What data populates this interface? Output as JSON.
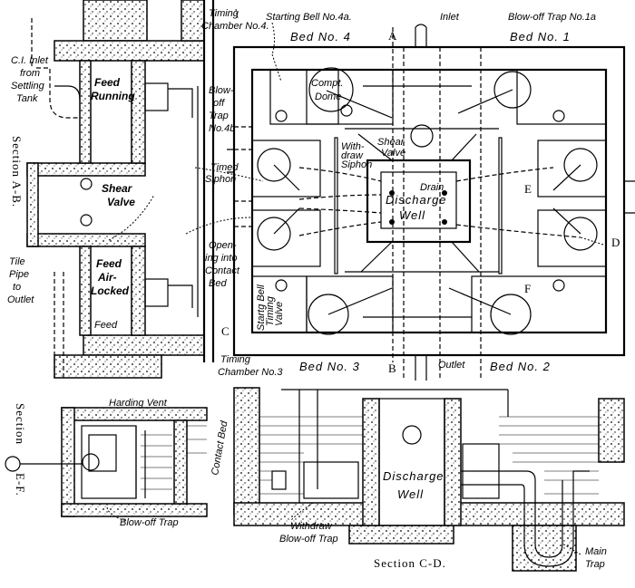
{
  "labels": {
    "ci_inlet": [
      "C.I. Inlet",
      "from",
      "Settling",
      "Tank"
    ],
    "feed_running": [
      "Feed",
      "Running"
    ],
    "section_ab": "Section A-B.",
    "shear_valve_left": [
      "Shear",
      "Valve"
    ],
    "tile_pipe": [
      "Tile",
      "Pipe",
      "to",
      "Outlet"
    ],
    "feed_air_locked": [
      "Feed",
      "Air-",
      "Locked"
    ],
    "feed": "Feed",
    "timing_chamber_4": [
      "Timing",
      "Chamber No.4."
    ],
    "starting_bell_4a": "Starting Bell No.4a.",
    "bed_4": "Bed No. 4",
    "marker_a": "A",
    "inlet": "Inlet",
    "blowoff_trap_1a": "Blow-off Trap No.1a",
    "bed_1": "Bed No. 1",
    "blowoff_trap_4b": [
      "Blow-",
      "off",
      "Trap",
      "No.4b"
    ],
    "compt_dome": [
      "Compt.",
      "Dome"
    ],
    "withdraw_siphon": [
      "With-",
      "draw",
      "Siphon"
    ],
    "shear_valve_center": [
      "Shear",
      "Valve"
    ],
    "drain": "Drain",
    "discharge_well_plan": [
      "Discharge",
      "Well"
    ],
    "timed_siphon": [
      "Timed",
      "Siphon"
    ],
    "marker_e": "E",
    "marker_d": "D",
    "opening_contact_bed": [
      "Open-",
      "ing into",
      "Contact",
      "Bed"
    ],
    "starting_bell_timing_valve": [
      "Startg Bell",
      "Timing",
      "Valve"
    ],
    "marker_f": "F",
    "marker_c": "C",
    "timing_chamber_3": [
      "Timing",
      "Chamber No.3"
    ],
    "bed_3": "Bed No. 3",
    "marker_b": "B",
    "outlet": "Outlet",
    "bed_2": "Bed No. 2",
    "section_ef": [
      "Section",
      "E-F."
    ],
    "harding_vent": "Harding Vent",
    "blowoff_trap": "Blow-off Trap",
    "contact_bed": "Contact Bed",
    "discharge_well_section": [
      "Discharge",
      "Well"
    ],
    "withdraw_blowoff": [
      "Withdraw",
      "Blow-off Trap"
    ],
    "section_cd": "Section C-D.",
    "main_trap": [
      "Main",
      "Trap"
    ]
  },
  "colors": {
    "ink": "#000000",
    "paper": "#ffffff"
  }
}
